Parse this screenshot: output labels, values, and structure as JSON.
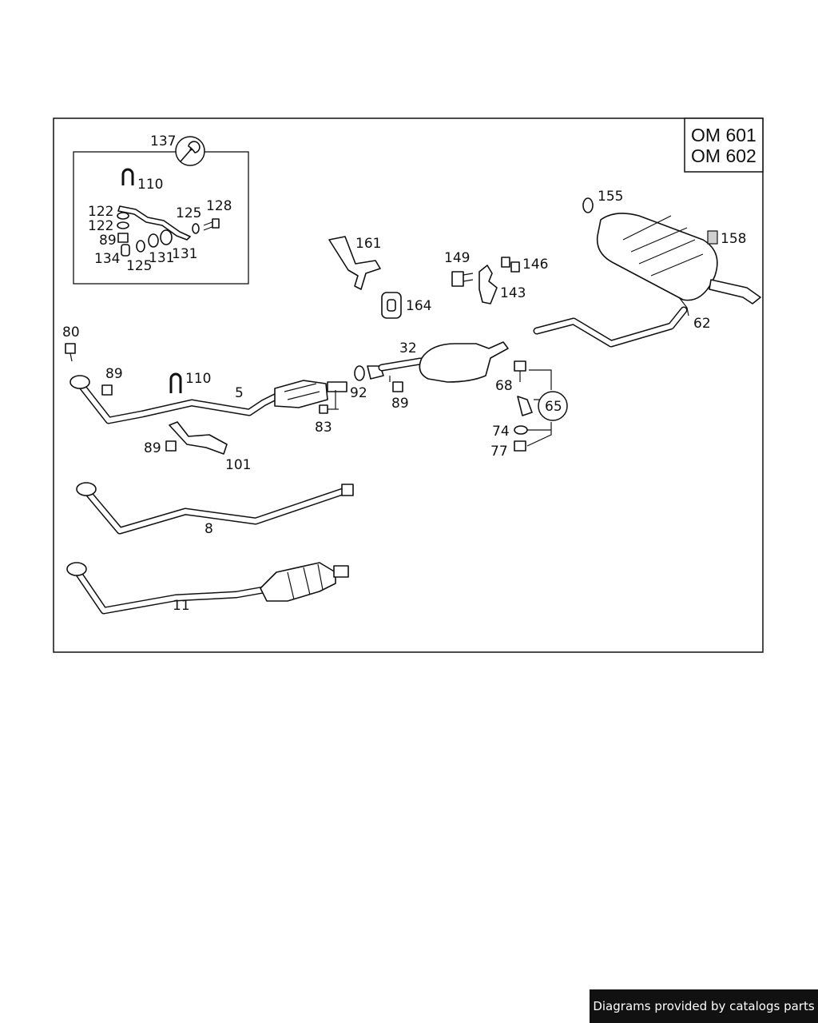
{
  "engine_codes": [
    "OM 601",
    "OM 602"
  ],
  "callouts": {
    "c137": "137",
    "c110a": "110",
    "c122a": "122",
    "c122b": "122",
    "c125a": "125",
    "c128": "128",
    "c89a": "89",
    "c134": "134",
    "c125b": "125",
    "c131a": "131",
    "c131b": "131",
    "c161": "161",
    "c164": "164",
    "c149": "149",
    "c146": "146",
    "c143": "143",
    "c155": "155",
    "c158": "158",
    "c62": "62",
    "c80": "80",
    "c89b": "89",
    "c110b": "110",
    "c5": "5",
    "c32": "32",
    "c92": "92",
    "c89c": "89",
    "c83": "83",
    "c89d": "89",
    "c101": "101",
    "c68": "68",
    "c65": "65",
    "c74": "74",
    "c77": "77",
    "c8": "8",
    "c11": "11"
  },
  "footer": {
    "credit": "Diagrams provided by catalogs parts"
  }
}
